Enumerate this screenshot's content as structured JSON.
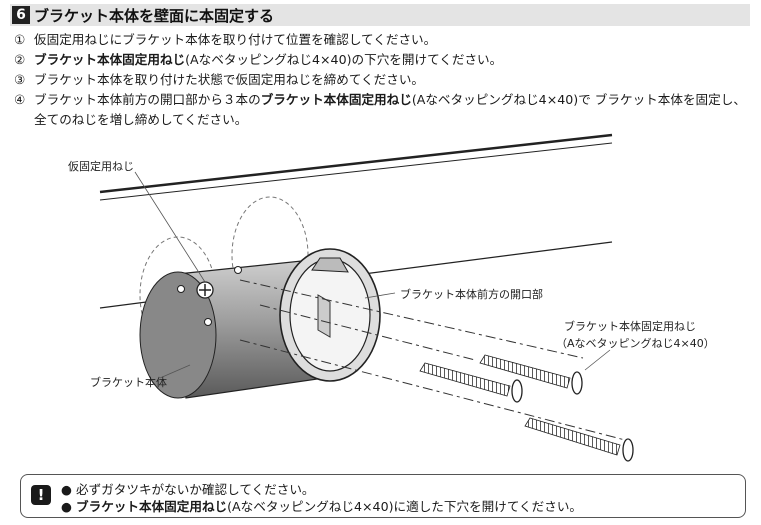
{
  "header": {
    "number": "6",
    "title": "ブラケット本体を壁面に本固定する"
  },
  "steps": [
    {
      "marker": "①",
      "parts": [
        "仮固定用ねじにブラケット本体を取り付けて位置を確認してください。"
      ]
    },
    {
      "marker": "②",
      "parts": [
        "ブラケット本体固定用ねじ",
        "(Aなベタッピングねじ4×40)の下穴を開けてください。"
      ]
    },
    {
      "marker": "③",
      "parts": [
        "ブラケット本体を取り付けた状態で仮固定用ねじを締めてください。"
      ]
    },
    {
      "marker": "④",
      "parts": [
        "ブラケット本体前方の開口部から３本の",
        "ブラケット本体固定用ねじ",
        "(Aなベタッピングねじ4×40)で ブラケット本体を固定し、全てのねじを増し締めしてください。"
      ]
    }
  ],
  "labels": {
    "temp_screw": "仮固定用ねじ",
    "opening": "ブラケット本体前方の開口部",
    "fix_screw_1": "ブラケット本体固定用ねじ",
    "fix_screw_2": "（Aなベタッピングねじ4×40）",
    "bracket_body": "ブラケット本体"
  },
  "note": {
    "icon": "!",
    "lines": [
      [
        "● 必ずガタツキがないか確認してください。"
      ],
      [
        "● ",
        "ブラケット本体固定用ねじ",
        "(Aなベタッピングねじ4×40)に適した下穴を開けてください。"
      ]
    ]
  }
}
